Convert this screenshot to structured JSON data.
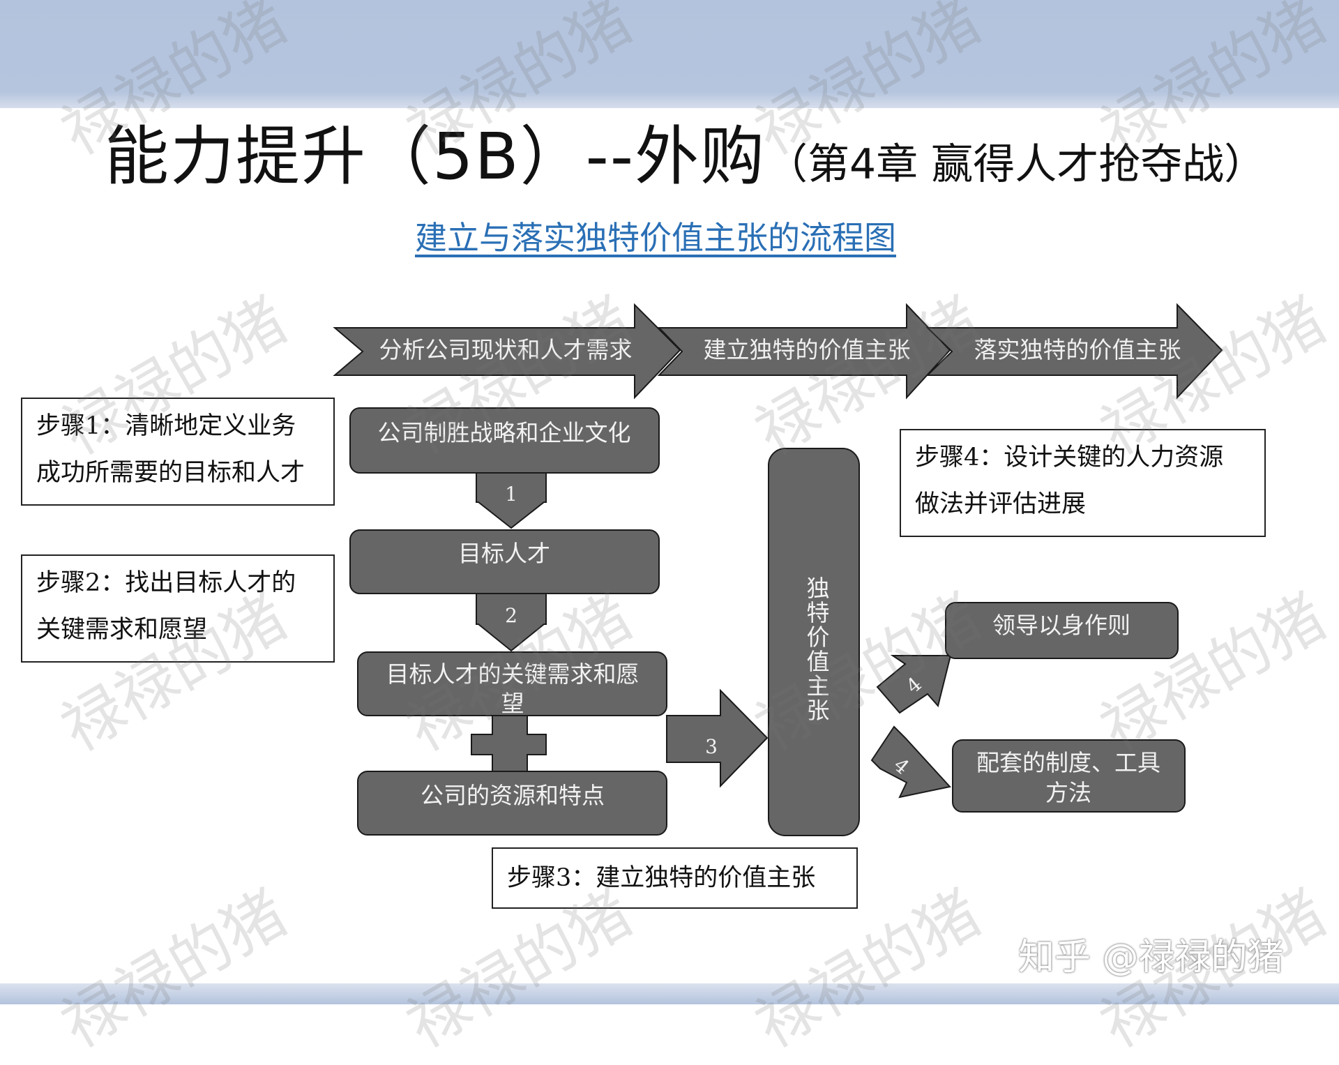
{
  "title": {
    "main": "能力提升（5B）--外购",
    "sub": "（第4章 赢得人才抢夺战）"
  },
  "subtitle": "建立与落实独特价值主张的流程图",
  "phases": [
    "分析公司现状和人才需求",
    "建立独特的价值主张",
    "落实独特的价值主张"
  ],
  "flow": {
    "strategy": "公司制胜战略和企业文化",
    "target_talent": "目标人才",
    "needs_line1": "目标人才的关键需求和愿",
    "needs_line2": "望",
    "resources": "公司的资源和特点",
    "evp_chars": [
      "独",
      "特",
      "价",
      "值",
      "主",
      "张"
    ],
    "lead": "领导以身作则",
    "system_line1": "配套的制度、工具",
    "system_line2": "方法"
  },
  "arrow_labels": {
    "one": "1",
    "two": "2",
    "three": "3",
    "four_top": "4",
    "four_bottom": "4"
  },
  "steps": {
    "step1": [
      "步骤1：清晰地定义业务",
      "成功所需要的目标和人才"
    ],
    "step2": [
      "步骤2：找出目标人才的",
      "关键需求和愿望"
    ],
    "step3": "步骤3：建立独特的价值主张",
    "step4": [
      "步骤4：设计关键的人力资源",
      "做法并评估进展"
    ]
  },
  "watermark": "禄禄的猪",
  "footer_mark": "知乎 @禄禄的猪",
  "colors": {
    "box_fill": "#666666",
    "box_stroke": "#1a1a1a",
    "box_text": "#f2f2f2",
    "phase_text": "#f0f0f0",
    "title_band": "#b3c3dd",
    "subtitle": "#2a6fb5"
  }
}
